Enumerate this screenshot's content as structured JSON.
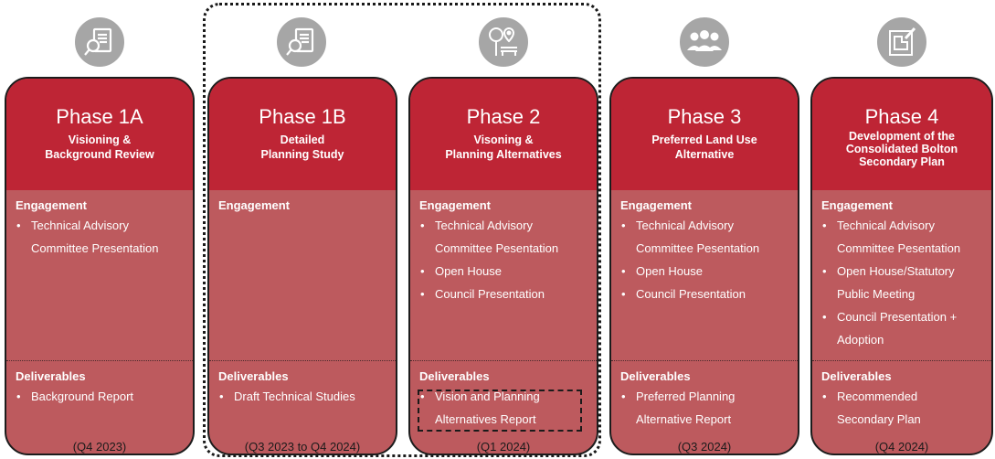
{
  "phases": [
    {
      "title": "Phase 1A",
      "subtitle": [
        "Visioning &",
        "Background Review"
      ],
      "engagement_label": "Engagement",
      "engagement": [
        "Technical Advisory",
        "Committee Presentation"
      ],
      "deliverables_label": "Deliverables",
      "deliverables": [
        "Background Report"
      ],
      "date": "(Q4 2023)",
      "icon": "document-search-icon"
    },
    {
      "title": "Phase 1B",
      "subtitle": [
        "Detailed",
        "Planning Study"
      ],
      "engagement_label": "Engagement",
      "engagement": [],
      "deliverables_label": "Deliverables",
      "deliverables": [
        "Draft Technical Studies"
      ],
      "date": "(Q3 2023 to Q4 2024)",
      "icon": "document-search-icon"
    },
    {
      "title": "Phase 2",
      "subtitle": [
        "Visoning &",
        "Planning Alternatives"
      ],
      "engagement_label": "Engagement",
      "engagement": [
        "Technical Advisory",
        "Committee Pesentation",
        "Open House",
        "Council Presentation"
      ],
      "deliverables_label": "Deliverables",
      "deliverables": [
        "Vision and Planning",
        "Alternatives Report"
      ],
      "date": "(Q1 2024)",
      "icon": "park-location-icon"
    },
    {
      "title": "Phase 3",
      "subtitle": [
        "Preferred Land Use",
        "Alternative"
      ],
      "engagement_label": "Engagement",
      "engagement": [
        "Technical Advisory",
        "Committee Pesentation",
        "Open House",
        "Council Presentation"
      ],
      "deliverables_label": "Deliverables",
      "deliverables": [
        "Preferred Planning",
        "Alternative Report"
      ],
      "date": "(Q3 2024)",
      "icon": "people-group-icon"
    },
    {
      "title": "Phase 4",
      "subtitle": [
        "Development of the",
        "Consolidated Bolton",
        "Secondary Plan"
      ],
      "engagement_label": "Engagement",
      "engagement": [
        "Technical Advisory",
        "Committee Pesentation",
        "Open House/Statutory",
        "Public Meeting",
        "Council Presentation +",
        "Adoption"
      ],
      "deliverables_label": "Deliverables",
      "deliverables": [
        "Recommended",
        "Secondary Plan"
      ],
      "date": "(Q4 2024)",
      "icon": "blueprint-pencil-icon"
    }
  ],
  "colors": {
    "header_red": "#be2535",
    "body_red": "#bd5a5e",
    "icon_grey": "#a6a6a6"
  }
}
